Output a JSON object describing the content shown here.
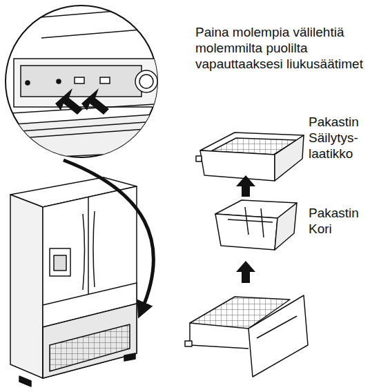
{
  "diagram": {
    "labels": [
      "Paina molempia välilehtiä molemmilta puolilta vapauttaaksesi liukusäätimet",
      "Pakastin Säilytys- laatikko",
      "Pakastin Kori"
    ]
  }
}
